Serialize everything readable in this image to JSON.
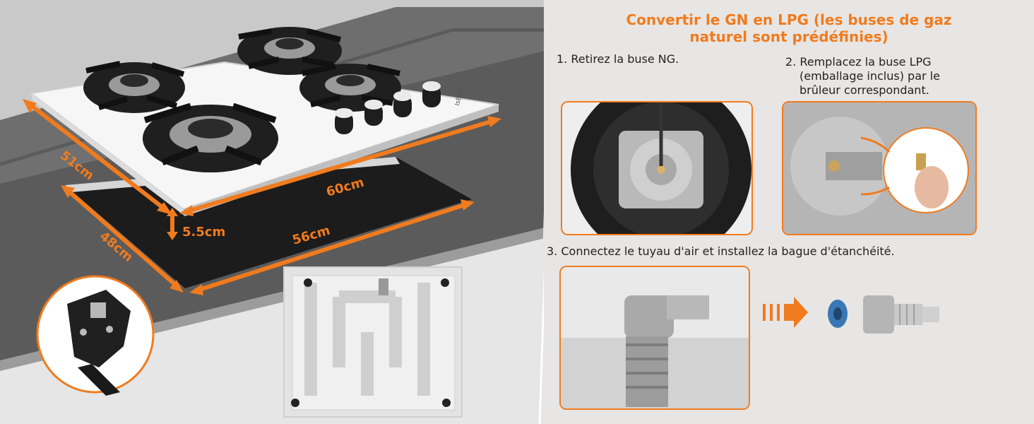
{
  "title_line1": "Convertir le GN en LPG (les buses de gaz",
  "title_line2": "naturel sont prédéfinies)",
  "steps": {
    "step1": "1. Retirez la buse NG.",
    "step2_line1": "2. Remplacez la buse LPG",
    "step2_line2": "(emballage inclus) par le",
    "step2_line3": "brûleur correspondant.",
    "step3": "3. Connectez le tuyau d'air et installez la bague d'étanchéité."
  },
  "dimensions": {
    "depth_top": "51cm",
    "width_top": "60cm",
    "height": "5.5cm",
    "cutout_width": "56cm",
    "cutout_depth": "48cm"
  },
  "brand": "IsEasy",
  "colors": {
    "accent": "#f07b1e",
    "text": "#222222",
    "panel_bg": "#e8e6e4"
  }
}
